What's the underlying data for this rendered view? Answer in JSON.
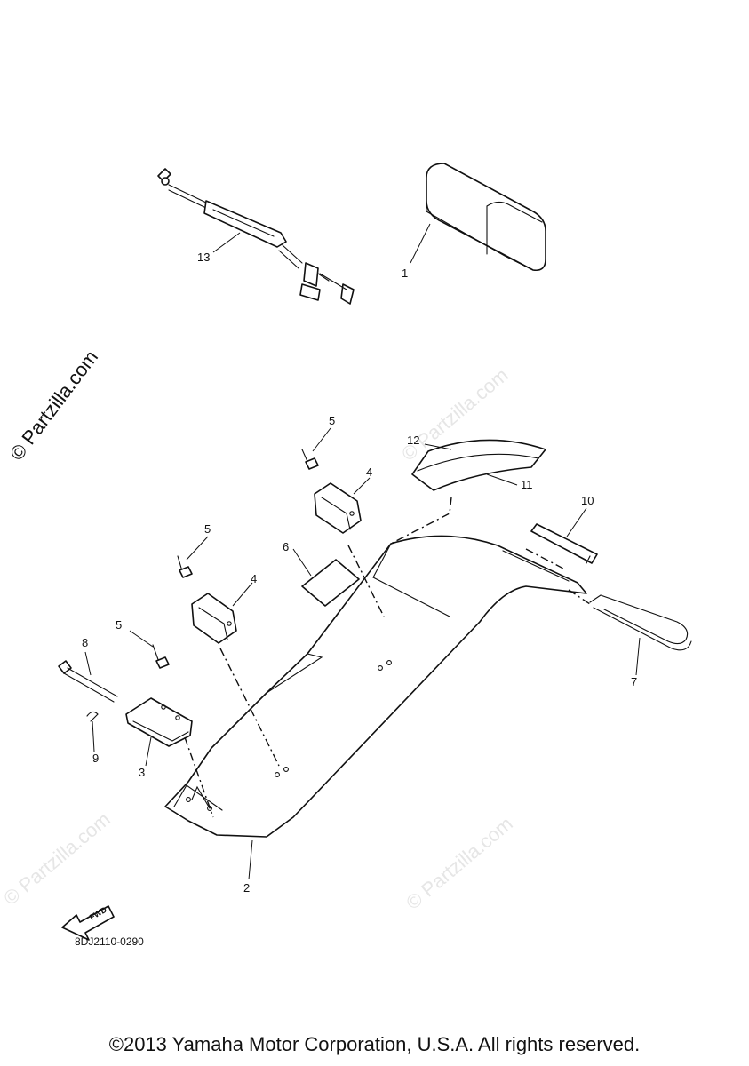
{
  "watermark": {
    "main": "© Partzilla.com",
    "faint": "© Partzilla.com"
  },
  "callouts": {
    "p1": "1",
    "p2": "2",
    "p3": "3",
    "p4a": "4",
    "p4b": "4",
    "p5a": "5",
    "p5b": "5",
    "p5c": "5",
    "p6": "6",
    "p7": "7",
    "p8": "8",
    "p9": "9",
    "p10": "10",
    "p11": "11",
    "p12": "12",
    "p13": "13"
  },
  "fwd_label": "FWD",
  "diagram_code": "8DJ2110-0290",
  "copyright": "©2013 Yamaha Motor Corporation, U.S.A. All rights reserved."
}
